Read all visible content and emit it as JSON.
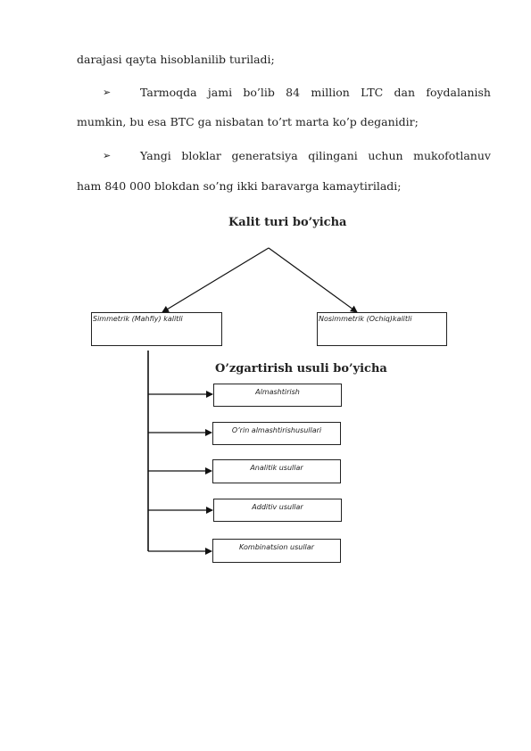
{
  "paragraph_1": {
    "line_1": "darajasi qayta hisoblanilib turiladi;"
  },
  "bullet_symbol": "➢",
  "bullet_1": {
    "line_1_words": [
      "Tarmoqda",
      "jami",
      "bo’lib",
      "84",
      "million",
      "LTC",
      "dan",
      "foydalanish"
    ],
    "line_2": "mumkin, bu esa BTC ga nisbatan to’rt marta ko’p deganidir;"
  },
  "bullet_2": {
    "line_1_words": [
      "Yangi",
      "bloklar",
      "generatsiya",
      "qilingani",
      "uchun",
      "mukofotlanuv"
    ],
    "line_2": "ham 840 000 blokdan so’ng ikki baravarga kamaytiriladi;"
  },
  "diagram_1": {
    "title": "Kalit turi bo’yicha",
    "left_box": "Simmetrik (Mahfiy) kalitli",
    "right_box": "Nosimmetrik (Ochiq)kalitli"
  },
  "diagram_2": {
    "title": "O’zgartirish usuli bo’yicha",
    "items": [
      "Almashtirish",
      "O’rin almashtirishusullari",
      "Analitik usullar",
      "Additiv usullar",
      "Kombinatsion usullar"
    ]
  }
}
